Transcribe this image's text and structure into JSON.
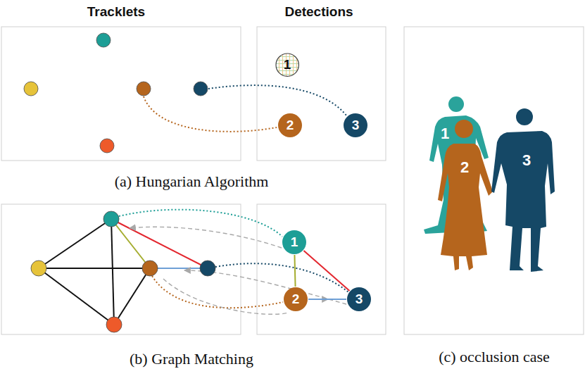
{
  "diagram": {
    "nodes": [
      {
        "text": [
          "1"
        ]
      },
      {
        "text": [
          "2"
        ]
      },
      {
        "text": [
          "3"
        ]
      },
      {
        "text": [
          "1"
        ]
      },
      {
        "text": [
          "2"
        ]
      },
      {
        "text": [
          "3"
        ]
      },
      {
        "text": [
          "1"
        ]
      },
      {
        "text": [
          "2"
        ]
      },
      {
        "text": [
          "3"
        ]
      }
    ],
    "edges": [
      {
        "from": 3,
        "to": 4,
        "arrow": "none"
      },
      {
        "from": 3,
        "to": 5,
        "arrow": "none"
      },
      {
        "from": 4,
        "to": 5,
        "arrow": "none"
      }
    ],
    "labels": [
      "Tracklets",
      "Detections",
      "(a) Hungarian Algorithm",
      "(b) Graph Matching",
      "(c) occlusion case"
    ]
  }
}
